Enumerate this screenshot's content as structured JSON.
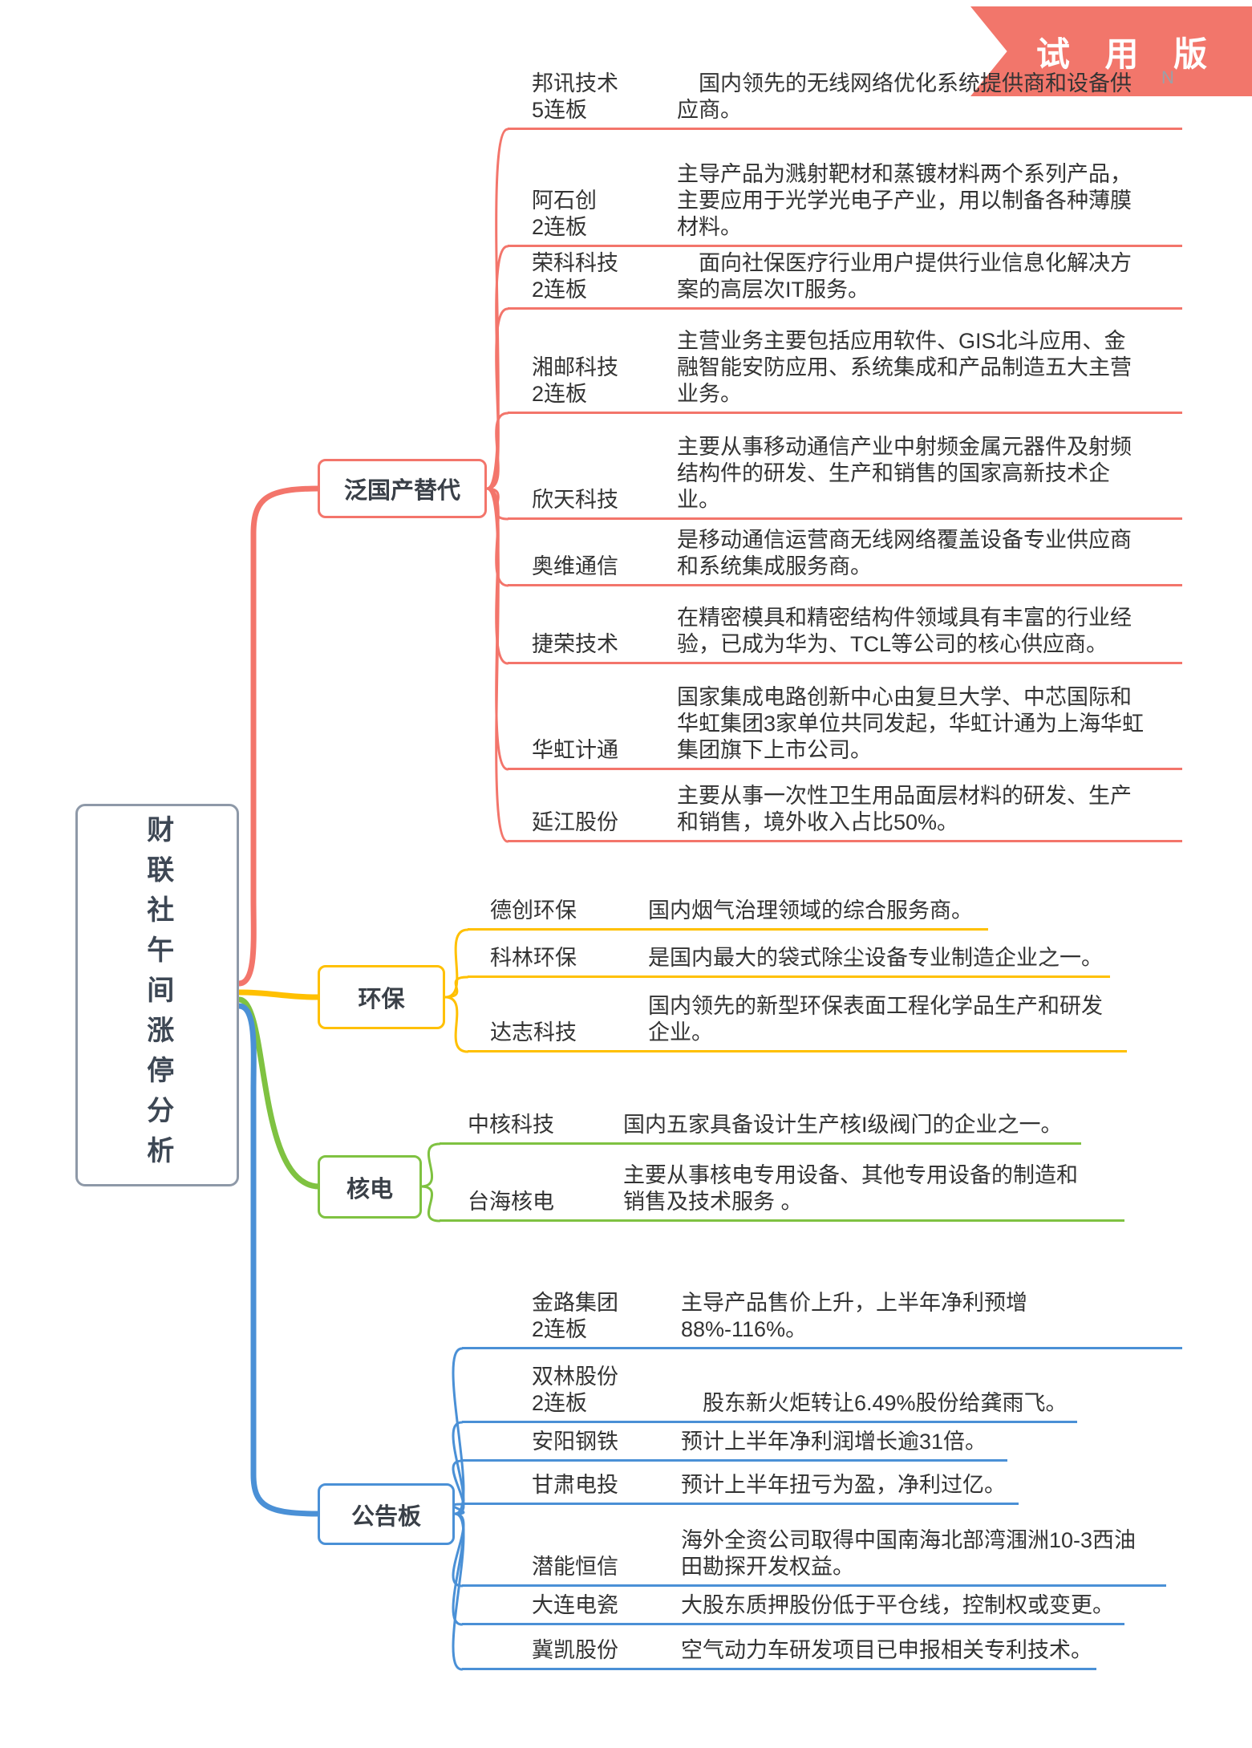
{
  "banner": {
    "label": "试 用 版",
    "watermark": "N",
    "color": "#F2766B"
  },
  "root": {
    "title": "财联社午间涨停分析"
  },
  "colors": {
    "red": "#F3756B",
    "yellow": "#FFC000",
    "green": "#7FC241",
    "blue": "#4A90D6",
    "root_border": "#8E99A8"
  },
  "branches": [
    {
      "label": "泛国产替代",
      "color": "#F3756B",
      "children": [
        {
          "name": "邦讯技术",
          "tag": "5连板",
          "desc": "　国内领先的无线网络优化系统提供商和设备供应商。"
        },
        {
          "name": "阿石创",
          "tag": "2连板",
          "desc": "主导产品为溅射靶材和蒸镀材料两个系列产品，主要应用于光学光电子产业，用以制备各种薄膜材料。"
        },
        {
          "name": "荣科科技",
          "tag": "2连板",
          "desc": "　面向社保医疗行业用户提供行业信息化解决方案的高层次IT服务。"
        },
        {
          "name": "湘邮科技",
          "tag": "2连板",
          "desc": "主营业务主要包括应用软件、GIS北斗应用、金融智能安防应用、系统集成和产品制造五大主营业务。"
        },
        {
          "name": "欣天科技",
          "tag": "",
          "desc": "主要从事移动通信产业中射频金属元器件及射频结构件的研发、生产和销售的国家高新技术企业。"
        },
        {
          "name": "奥维通信",
          "tag": "",
          "desc": "是移动通信运营商无线网络覆盖设备专业供应商和系统集成服务商。"
        },
        {
          "name": "捷荣技术",
          "tag": "",
          "desc": "在精密模具和精密结构件领域具有丰富的行业经验，已成为华为、TCL等公司的核心供应商。"
        },
        {
          "name": "华虹计通",
          "tag": "",
          "desc": "国家集成电路创新中心由复旦大学、中芯国际和华虹集团3家单位共同发起，华虹计通为上海华虹集团旗下上市公司。"
        },
        {
          "name": "延江股份",
          "tag": "",
          "desc": "主要从事一次性卫生用品面层材料的研发、生产和销售，境外收入占比50%。"
        }
      ]
    },
    {
      "label": "环保",
      "color": "#FFC000",
      "children": [
        {
          "name": "德创环保",
          "tag": "",
          "desc": "国内烟气治理领域的综合服务商。"
        },
        {
          "name": "科林环保",
          "tag": "",
          "desc": "是国内最大的袋式除尘设备专业制造企业之一。"
        },
        {
          "name": "达志科技",
          "tag": "",
          "desc": "国内领先的新型环保表面工程化学品生产和研发企业。"
        }
      ]
    },
    {
      "label": "核电",
      "color": "#7FC241",
      "children": [
        {
          "name": "中核科技",
          "tag": "",
          "desc": "国内五家具备设计生产核I级阀门的企业之一。"
        },
        {
          "name": "台海核电",
          "tag": "",
          "desc": "主要从事核电专用设备、其他专用设备的制造和销售及技术服务 。"
        }
      ]
    },
    {
      "label": "公告板",
      "color": "#4A90D6",
      "children": [
        {
          "name": "金路集团",
          "tag": "2连板",
          "desc": "主导产品售价上升，上半年净利预增88%-116%。"
        },
        {
          "name": "双林股份",
          "tag": "2连板",
          "desc": "　股东新火炬转让6.49%股份给龚雨飞。"
        },
        {
          "name": "安阳钢铁",
          "tag": "",
          "desc": "预计上半年净利润增长逾31倍。"
        },
        {
          "name": "甘肃电投",
          "tag": "",
          "desc": "预计上半年扭亏为盈，净利过亿。"
        },
        {
          "name": "潜能恒信",
          "tag": "",
          "desc": "海外全资公司取得中国南海北部湾涠洲10-3西油田勘探开发权益。"
        },
        {
          "name": "大连电瓷",
          "tag": "",
          "desc": "大股东质押股份低于平仓线，控制权或变更。"
        },
        {
          "name": "冀凯股份",
          "tag": "",
          "desc": "空气动力车研发项目已申报相关专利技术。"
        }
      ]
    }
  ]
}
